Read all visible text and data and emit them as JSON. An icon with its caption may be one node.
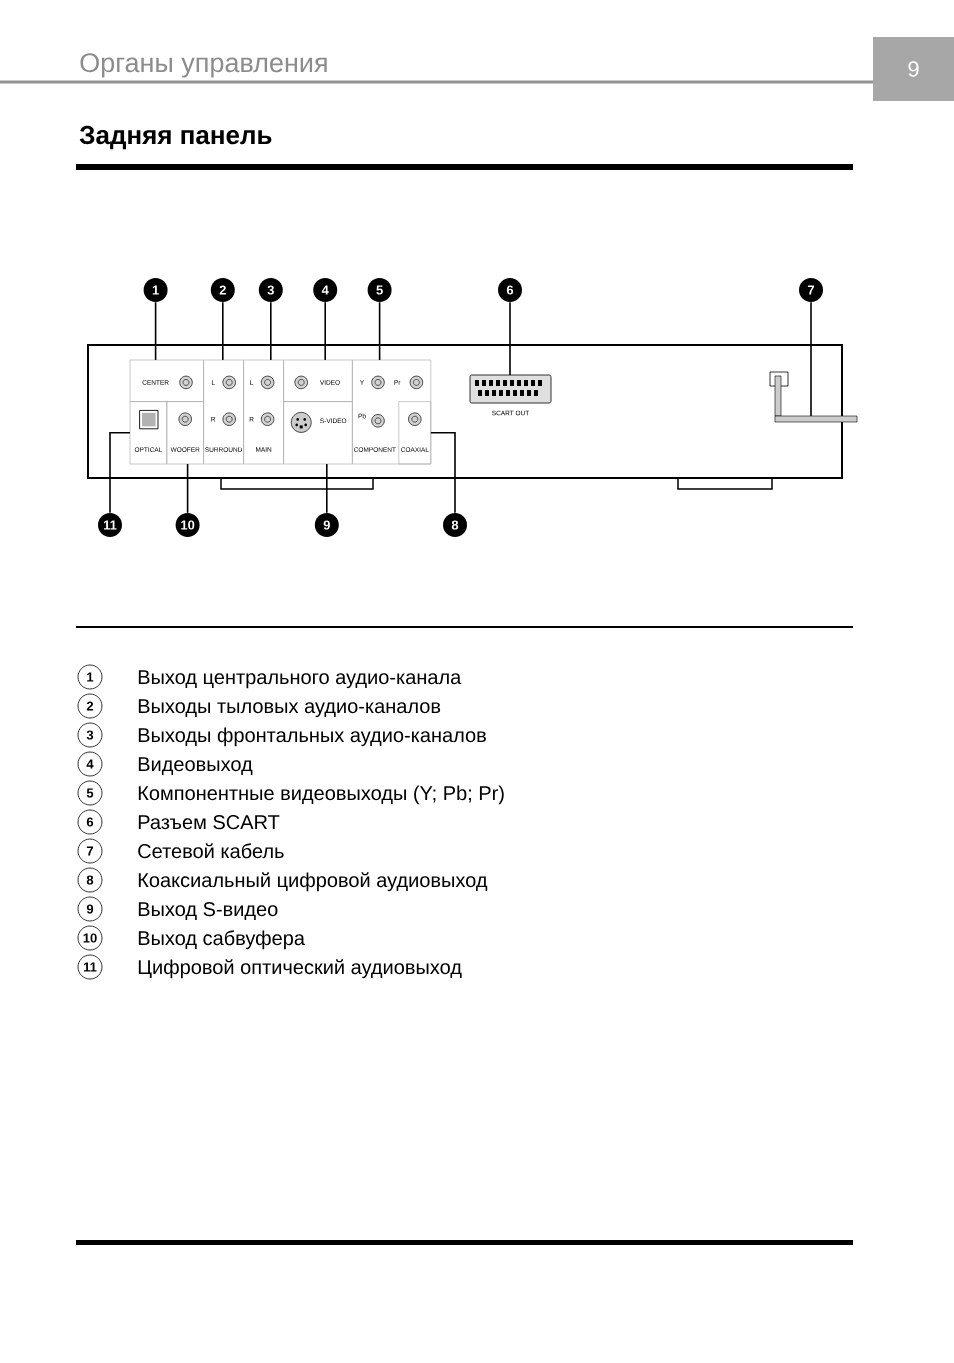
{
  "diagram": {
    "title": "Органы управления",
    "nodes": [
      {
        "text": [
          "1"
        ]
      },
      {
        "text": [
          "2"
        ]
      },
      {
        "text": [
          "3"
        ]
      },
      {
        "text": [
          "4"
        ]
      },
      {
        "text": [
          "5"
        ]
      },
      {
        "text": [
          "6"
        ]
      },
      {
        "text": [
          "7"
        ]
      },
      {
        "text": [
          "11"
        ]
      },
      {
        "text": [
          "10"
        ]
      },
      {
        "text": [
          "9"
        ]
      },
      {
        "text": [
          "8"
        ]
      },
      {
        "text": [
          "CENTER"
        ]
      },
      {
        "text": [
          "L",
          "R",
          "SURROUND"
        ]
      },
      {
        "text": [
          "L",
          "R",
          "MAIN"
        ]
      },
      {
        "text": [
          "VIDEO"
        ]
      },
      {
        "text": [
          "Y",
          "Pr",
          "Pb",
          "COMPONENT"
        ]
      },
      {
        "text": [],
        "shape": "connector",
        "beside": [
          "SCART OUT"
        ]
      },
      {
        "text": [],
        "shape": "cable"
      },
      {
        "text": [
          "OPTICAL"
        ]
      },
      {
        "text": [
          "WOOFER"
        ]
      },
      {
        "text": [
          "S-VIDEO"
        ]
      },
      {
        "text": [
          "COAXIAL"
        ],
        "in": 15
      },
      {
        "text": [
          "1"
        ],
        "beside": [
          "Выход центрального аудио-канала"
        ]
      },
      {
        "text": [
          "2"
        ],
        "beside": [
          "Выходы тыловых аудио-каналов"
        ]
      },
      {
        "text": [
          "3"
        ],
        "beside": [
          "Выходы фронтальных аудио-каналов"
        ]
      },
      {
        "text": [
          "4"
        ],
        "beside": [
          "Видеовыход"
        ]
      },
      {
        "text": [
          "5"
        ],
        "beside": [
          "Компонентные видеовыходы (Y; Pb; Pr)"
        ]
      },
      {
        "text": [
          "6"
        ],
        "beside": [
          "Разъем SCART"
        ]
      },
      {
        "text": [
          "7"
        ],
        "beside": [
          "Сетевой кабель"
        ]
      },
      {
        "text": [
          "8"
        ],
        "beside": [
          "Коаксиальный цифровой аудиовыход"
        ]
      },
      {
        "text": [
          "9"
        ],
        "beside": [
          "Выход S-видео"
        ]
      },
      {
        "text": [
          "10"
        ],
        "beside": [
          "Выход сабвуфера"
        ]
      },
      {
        "text": [
          "11"
        ],
        "beside": [
          "Цифровой оптический аудиовыход"
        ]
      }
    ],
    "edges": [
      {
        "from": 0,
        "to": 11,
        "arrow": "none"
      },
      {
        "from": 1,
        "to": 12,
        "arrow": "none"
      },
      {
        "from": 2,
        "to": 13,
        "arrow": "none"
      },
      {
        "from": 3,
        "to": 14,
        "arrow": "none"
      },
      {
        "from": 4,
        "to": 15,
        "arrow": "none"
      },
      {
        "from": 5,
        "to": 16,
        "arrow": "none"
      },
      {
        "from": 6,
        "to": 17,
        "arrow": "none"
      },
      {
        "from": 7,
        "to": 18,
        "arrow": "none"
      },
      {
        "from": 8,
        "to": 19,
        "arrow": "none"
      },
      {
        "from": 9,
        "to": 20,
        "arrow": "none"
      },
      {
        "from": 10,
        "to": 21,
        "arrow": "none"
      }
    ],
    "labels": [
      "9",
      "Задняя панель"
    ]
  }
}
